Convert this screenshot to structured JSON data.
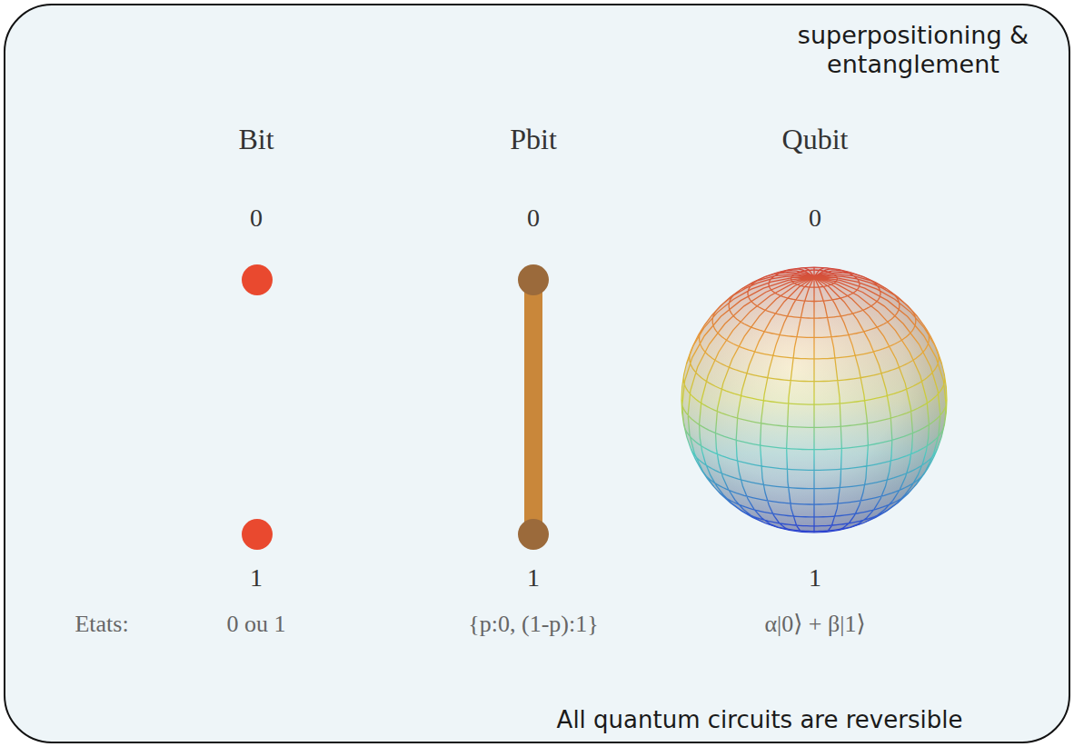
{
  "diagram": {
    "labels": [
      "superpositioning & entanglement",
      "Bit",
      "Pbit",
      "Qubit",
      "0",
      "0",
      "0",
      "1",
      "1",
      "1",
      "Etats:",
      "0 ou 1",
      "{p:0, (1-p):1}",
      "α|0⟩ + β|1⟩",
      "All quantum circuits are reversible"
    ]
  }
}
